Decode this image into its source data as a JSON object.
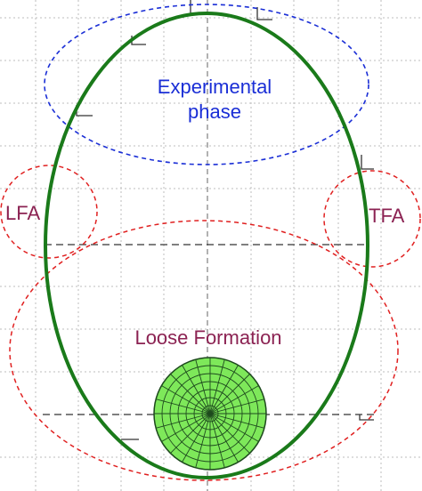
{
  "labels": {
    "experimental_line1": "Experimental",
    "experimental_line2": "phase",
    "lfa": "LFA",
    "tfa": "TFA",
    "loose_formation": "Loose Formation"
  },
  "colors": {
    "orbit": "#1a7a1a",
    "experimental": "#1a2ed6",
    "formation_regions": "#e02020",
    "region_text": "#8b2252",
    "experimental_text": "#1a2ed6",
    "earth_fill": "#7ee85a",
    "earth_mesh": "#1e4a1e",
    "grid": "#bdbdbd",
    "axis": "#555555"
  }
}
